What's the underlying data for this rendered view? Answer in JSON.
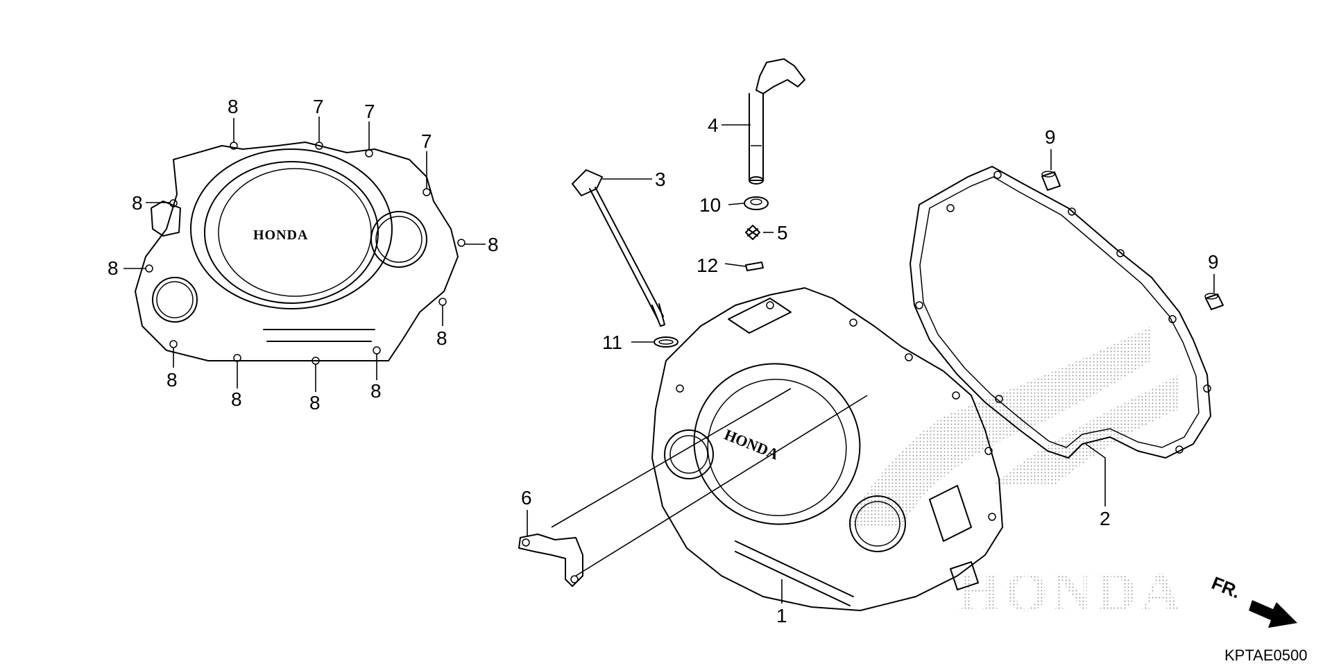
{
  "brand_text": "HONDA",
  "diagram_code": "KPTAE0500",
  "direction_label": "FR.",
  "callouts": {
    "c8_top": "8",
    "c7_a": "7",
    "c7_b": "7",
    "c7_c": "7",
    "c8_left_upper": "8",
    "c8_left_lower": "8",
    "c8_right": "8",
    "c8_right_lower": "8",
    "c8_bottom_1": "8",
    "c8_bottom_2": "8",
    "c8_bottom_3": "8",
    "c8_bottom_4": "8",
    "p1": "1",
    "p2": "2",
    "p3": "3",
    "p4": "4",
    "p5": "5",
    "p6": "6",
    "p9_top": "9",
    "p9_right": "9",
    "p10": "10",
    "p11": "11",
    "p12": "12"
  },
  "colors": {
    "line": "#000000",
    "background": "#ffffff",
    "watermark": "#b0b0b0"
  }
}
